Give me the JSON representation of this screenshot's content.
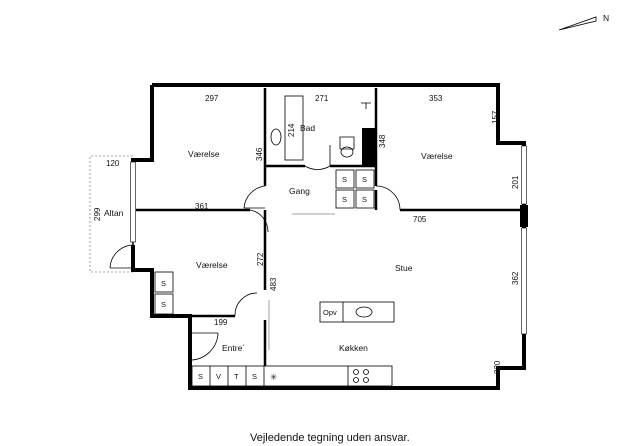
{
  "compass": {
    "label": "N"
  },
  "rooms": {
    "bedroom_top": "Værelse",
    "bath": "Bad",
    "bedroom_right": "Værelse",
    "hall": "Gang",
    "balcony": "Altan",
    "bedroom_left": "Værelse",
    "living": "Stue",
    "entry": "Entre´",
    "kitchen": "Køkken"
  },
  "dimensions": {
    "d297": "297",
    "d271": "271",
    "d353": "353",
    "d157": "157",
    "d346": "346",
    "d214": "214",
    "d348": "348",
    "d120": "120",
    "d201": "201",
    "d361": "361",
    "d705": "705",
    "d299": "299",
    "d272": "272",
    "d362": "362",
    "d483": "483",
    "d199": "199",
    "d220": "220"
  },
  "cabinets": {
    "hall_1": "S",
    "hall_2": "S",
    "hall_3": "S",
    "hall_4": "S",
    "bed_1": "S",
    "bed_2": "S",
    "entry_s": "S",
    "entry_v": "V",
    "entry_t": "T",
    "entry_s2": "S"
  },
  "appliances": {
    "oven": "Opv",
    "extractor": "✳"
  },
  "caption": "Vejledende tegning uden ansvar."
}
